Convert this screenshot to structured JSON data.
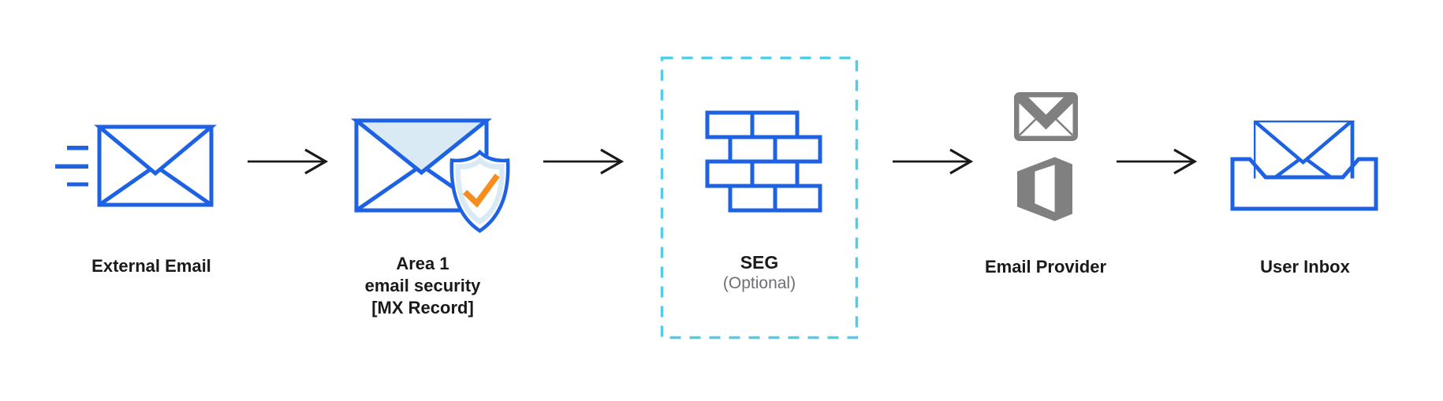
{
  "diagram": {
    "background": "#FFFFFF",
    "colors": {
      "background": "#FFFFFF",
      "blue": "#1E62E4",
      "pale_blue": "#D9EAF5",
      "cyan_dash": "#55CBEA",
      "orange": "#F78D1E",
      "icon_gray": "#808080",
      "arrow": "#1A1A1A",
      "label": "#1A1A1C",
      "sublabel_gray": "#6E6E73"
    },
    "nodes": {
      "external_email": {
        "label": "External Email",
        "icon": "speeding-envelope-icon"
      },
      "area1": {
        "label_lines": [
          "Area 1",
          "email security",
          "[MX Record]"
        ],
        "icon": "envelope-shield-check-icon"
      },
      "seg": {
        "label": "SEG",
        "sublabel": "(Optional)",
        "icon": "firewall-bricks-icon",
        "frame": "dashed-optional-frame"
      },
      "email_provider": {
        "label": "Email Provider",
        "icons": [
          "gmail-icon",
          "office-icon"
        ]
      },
      "user_inbox": {
        "label": "User Inbox",
        "icon": "inbox-tray-envelope-icon"
      }
    },
    "arrows": {
      "count": 4,
      "direction": "left-to-right"
    }
  }
}
